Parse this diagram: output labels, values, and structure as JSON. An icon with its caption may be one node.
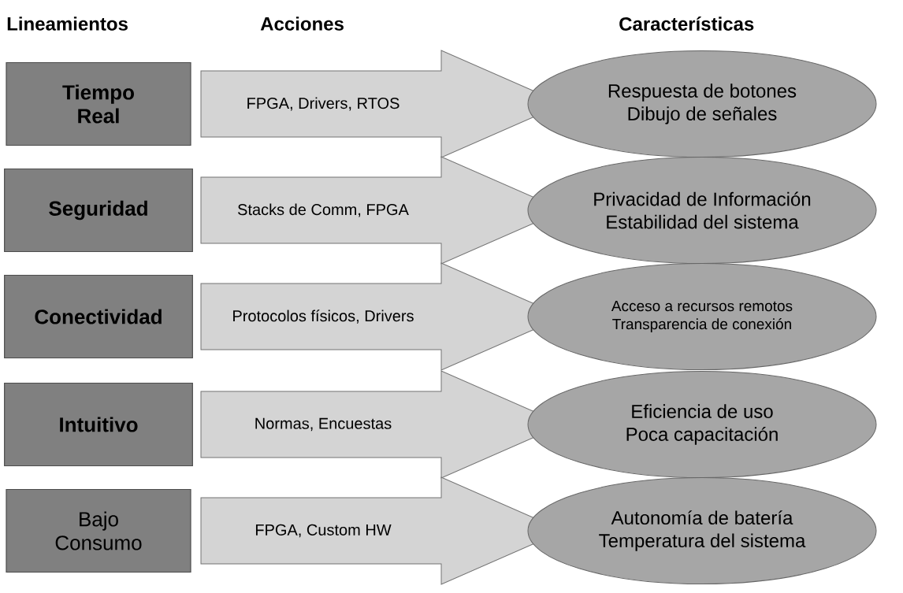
{
  "diagram": {
    "nodes": [
      {
        "text": [
          "Tiempo Real"
        ]
      },
      {
        "text": [
          "FPGA, Drivers, RTOS"
        ]
      },
      {
        "text": [
          "Respuesta de botones",
          "Dibujo de señales"
        ]
      },
      {
        "text": [
          "Seguridad"
        ]
      },
      {
        "text": [
          "Stacks de Comm, FPGA"
        ]
      },
      {
        "text": [
          "Privacidad de Información",
          "Estabilidad del sistema"
        ]
      },
      {
        "text": [
          "Conectividad"
        ]
      },
      {
        "text": [
          "Protocolos físicos, Drivers"
        ]
      },
      {
        "text": [
          "Acceso a recursos remotos",
          "Transparencia de conexión"
        ]
      },
      {
        "text": [
          "Intuitivo"
        ]
      },
      {
        "text": [
          "Normas, Encuestas"
        ]
      },
      {
        "text": [
          "Eficiencia de uso",
          "Poca capacitación"
        ]
      },
      {
        "text": [
          "Bajo Consumo"
        ]
      },
      {
        "text": [
          "FPGA, Custom HW"
        ]
      },
      {
        "text": [
          "Autonomía de batería",
          "Temperatura del sistema"
        ]
      }
    ],
    "labels": [
      "Lineamientos",
      "Acciones",
      "Características"
    ]
  }
}
